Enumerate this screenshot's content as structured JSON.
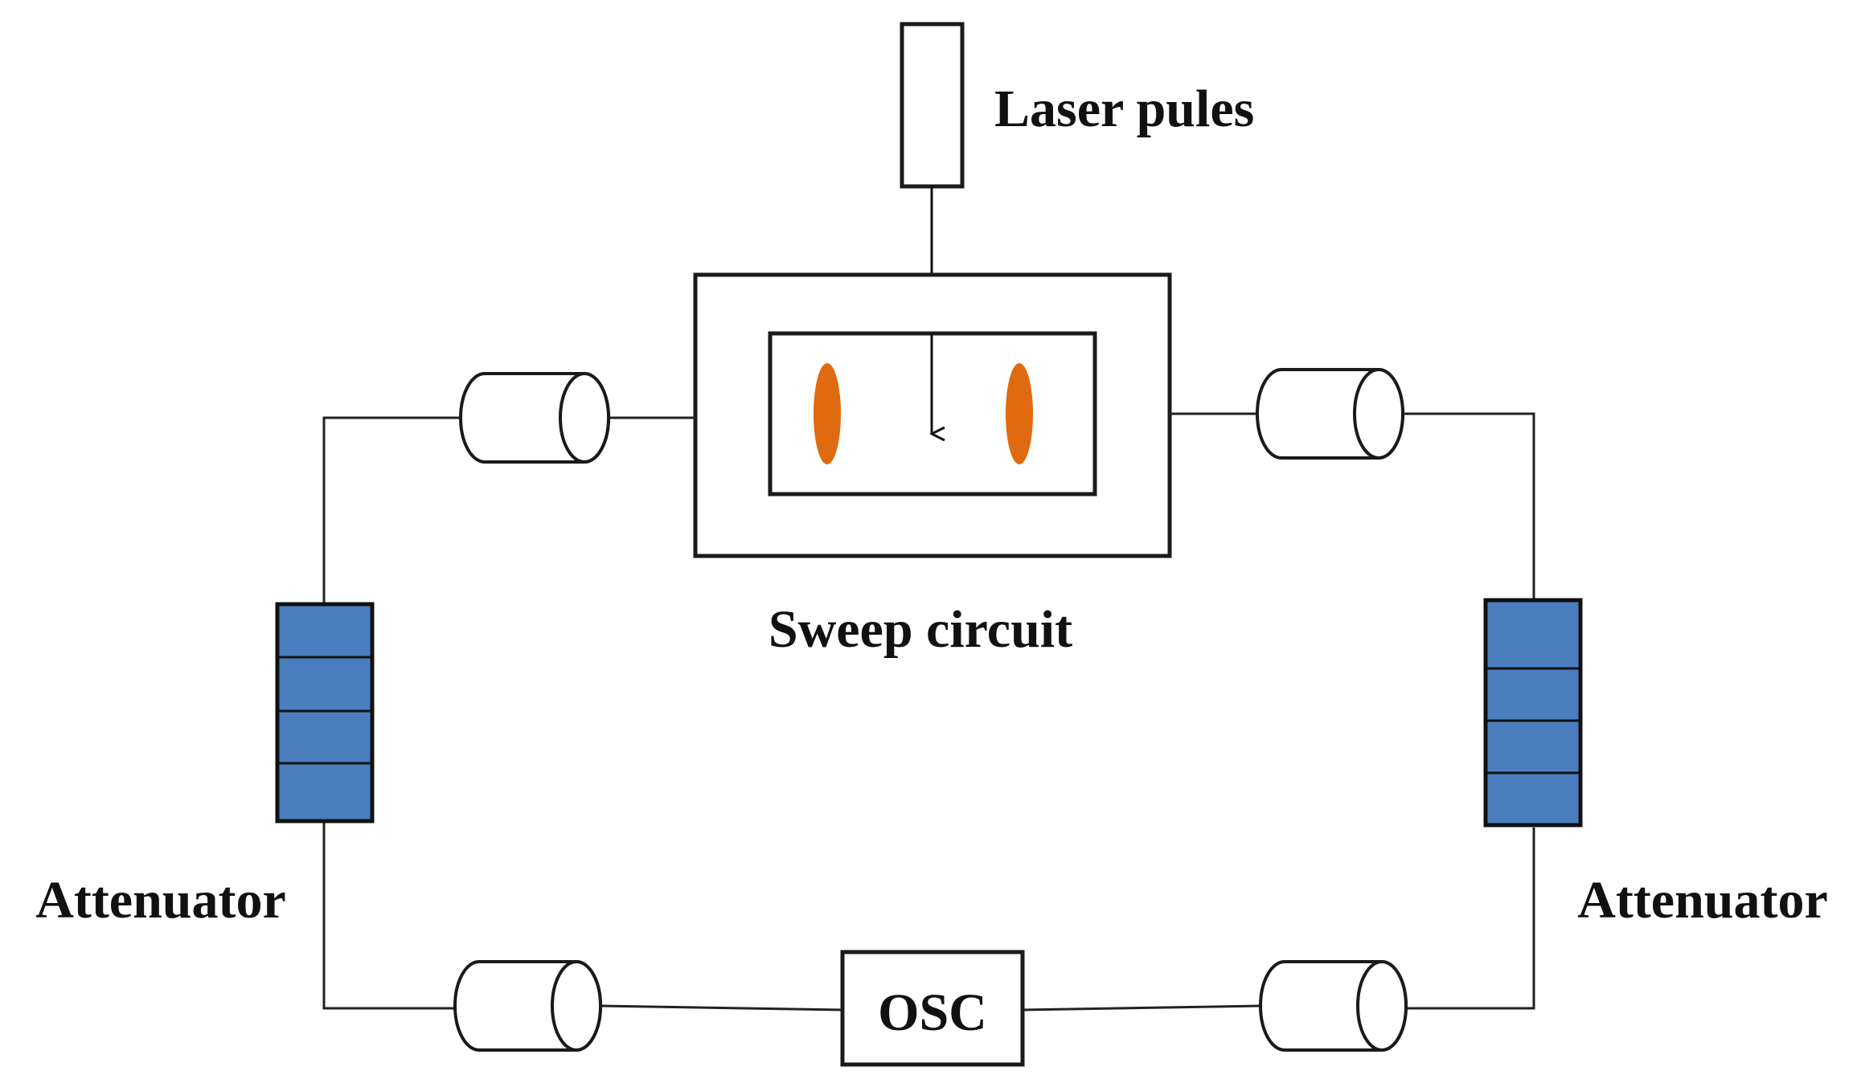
{
  "labels": {
    "laser": "Laser pules",
    "sweep": "Sweep circuit",
    "attenuator_left": "Attenuator",
    "attenuator_right": "Attenuator",
    "osc": "OSC"
  },
  "colors": {
    "attenuator_fill": "#4a7ebf",
    "electrode_fill": "#e06a10",
    "line": "#222222"
  },
  "components": {
    "cable_connectors": 4,
    "attenuator_segments": 4,
    "electrodes": 2
  }
}
